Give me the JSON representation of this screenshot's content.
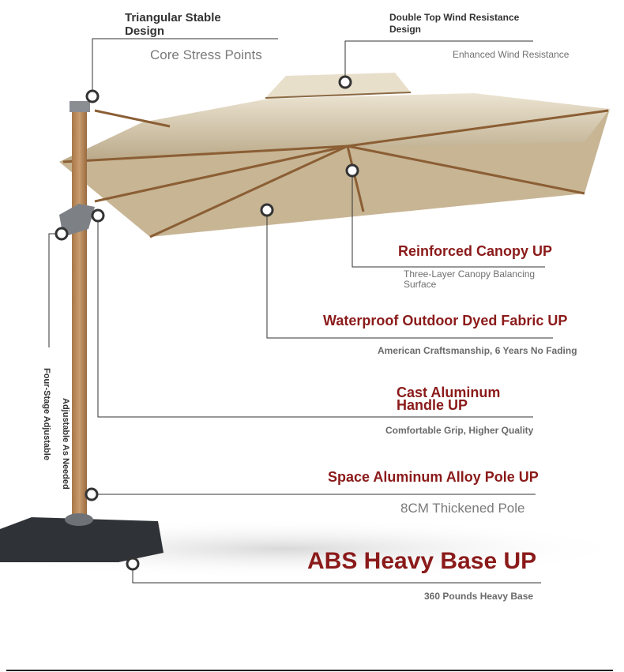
{
  "features": {
    "triangular": {
      "title": "Triangular Stable Design",
      "subtitle": "Core Stress Points"
    },
    "double_top": {
      "title": "Double Top Wind Resistance Design",
      "subtitle": "Enhanced Wind Resistance"
    },
    "canopy": {
      "title": "Reinforced Canopy UP",
      "desc": "Three-Layer Canopy Balancing Surface"
    },
    "fabric": {
      "title": "Waterproof Outdoor Dyed Fabric UP",
      "desc": "American Craftsmanship, 6 Years No Fading"
    },
    "handle": {
      "title": "Cast Aluminum Handle UP",
      "desc": "Comfortable Grip, Higher Quality"
    },
    "pole": {
      "title": "Space Aluminum Alloy Pole UP",
      "desc": "8CM Thickened Pole"
    },
    "base": {
      "title": "ABS Heavy Base UP",
      "desc": "360 Pounds Heavy Base"
    }
  },
  "side_labels": {
    "four_stage": "Four-Stage Adjustable",
    "adjustable": "Adjustable As Needed"
  },
  "colors": {
    "accent_red": "#8b1a1a",
    "canopy": "#c9b99a",
    "pole_wood": "#b98a5e",
    "base": "#2f3236"
  }
}
